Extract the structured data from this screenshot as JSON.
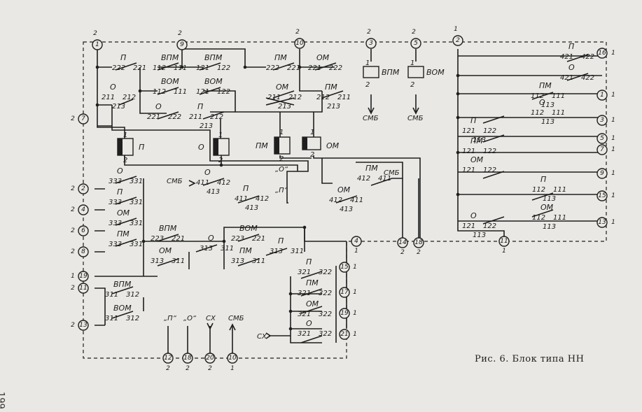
{
  "caption": "Рис. 6. Блок  типа НН",
  "page_number": "199",
  "top_pins": [
    {
      "num": "1",
      "above": "2"
    },
    {
      "num": "9",
      "above": "2"
    },
    {
      "num": "10",
      "above": "2"
    },
    {
      "num": "3",
      "above": "2"
    },
    {
      "num": "5",
      "above": "2"
    },
    {
      "num": "2",
      "above": "1"
    }
  ],
  "left_pins": [
    {
      "num": "7",
      "side": "2"
    },
    {
      "num": "2",
      "side": "2"
    },
    {
      "num": "4",
      "side": "2"
    },
    {
      "num": "6",
      "side": "2"
    },
    {
      "num": "8",
      "side": "2"
    },
    {
      "num": "19",
      "side": "1"
    },
    {
      "num": "11",
      "side": "2"
    },
    {
      "num": "13",
      "side": "2"
    }
  ],
  "right_pins": [
    {
      "num": "16",
      "side": "1"
    },
    {
      "num": "1",
      "side": "1"
    },
    {
      "num": "3",
      "side": "1"
    },
    {
      "num": "5",
      "side": "1"
    },
    {
      "num": "7",
      "side": "1"
    },
    {
      "num": "9",
      "side": "1"
    },
    {
      "num": "15",
      "side": "1"
    },
    {
      "num": "13",
      "side": "1"
    }
  ],
  "mid_pins": [
    {
      "num": "4",
      "side": "1"
    },
    {
      "num": "14",
      "side": "2"
    },
    {
      "num": "18",
      "side": "2"
    },
    {
      "num": "11",
      "side": "1"
    }
  ],
  "inner_pins": [
    {
      "num": "15",
      "side": "1"
    },
    {
      "num": "17",
      "side": "1"
    },
    {
      "num": "19",
      "side": "1"
    },
    {
      "num": "21",
      "side": "1"
    }
  ],
  "bottom_pins": [
    {
      "num": "12",
      "below": "2",
      "label": "„П“"
    },
    {
      "num": "18",
      "below": "2",
      "label": "„О“"
    },
    {
      "num": "20",
      "below": "2",
      "label": "СХ"
    },
    {
      "num": "10",
      "below": "1",
      "label": "СМБ"
    }
  ],
  "relays": [
    {
      "name": "П",
      "t1": "1",
      "t2": "2"
    },
    {
      "name": "О",
      "t1": "1",
      "t2": "2"
    },
    {
      "name": "ПМ",
      "t1": "1",
      "t2": "2"
    },
    {
      "name": "ОМ",
      "t1": "1",
      "t2": "2"
    },
    {
      "name": "ВПМ",
      "t1": "1",
      "t2": "2"
    },
    {
      "name": "ВОМ",
      "t1": "1",
      "t2": "2"
    }
  ],
  "out_labels": {
    "smb": "СМБ",
    "o_q": "„О“",
    "p_q": "„П“",
    "sx": "СХ"
  },
  "contacts": [
    {
      "name": "П",
      "a": "222",
      "b": "221"
    },
    {
      "name": "ВПМ",
      "a": "112",
      "b": "111"
    },
    {
      "name": "ВПМ",
      "a": "121",
      "b": "122"
    },
    {
      "name": "ПМ",
      "a": "222",
      "b": "221"
    },
    {
      "name": "ОМ",
      "a": "221",
      "b": "222"
    },
    {
      "name": "ВОМ",
      "a": "112",
      "b": "111"
    },
    {
      "name": "ВОМ",
      "a": "121",
      "b": "122"
    },
    {
      "name": "О",
      "a": "211",
      "b": "212",
      "c": "213"
    },
    {
      "name": "ОМ",
      "a": "211",
      "b": "212",
      "c": "213"
    },
    {
      "name": "ПМ",
      "a": "212",
      "b": "211",
      "c": "213"
    },
    {
      "name": "О",
      "a": "221",
      "b": "222"
    },
    {
      "name": "П",
      "a": "211",
      "b": "212",
      "c": "213"
    },
    {
      "name": "П",
      "a": "421",
      "b": "422"
    },
    {
      "name": "О",
      "a": "421",
      "b": "422"
    },
    {
      "name": "ПМ",
      "a": "112",
      "b": "111",
      "c": "113"
    },
    {
      "name": "О",
      "a": "112",
      "b": "111",
      "c": "113"
    },
    {
      "name": "П",
      "a": "121",
      "b": "122",
      "c": "113"
    },
    {
      "name": "ПМ",
      "a": "121",
      "b": "122"
    },
    {
      "name": "ОМ",
      "a": "121",
      "b": "122"
    },
    {
      "name": "П",
      "a": "112",
      "b": "111",
      "c": "113"
    },
    {
      "name": "ОМ",
      "a": "112",
      "b": "111",
      "c": "113"
    },
    {
      "name": "О",
      "a": "121",
      "b": "122",
      "c": "113"
    },
    {
      "name": "О",
      "a": "333",
      "b": "331"
    },
    {
      "name": "П",
      "a": "333",
      "b": "331"
    },
    {
      "name": "ОМ",
      "a": "333",
      "b": "331"
    },
    {
      "name": "ПМ",
      "a": "333",
      "b": "331"
    },
    {
      "name": "ВПМ",
      "a": "223",
      "b": "221"
    },
    {
      "name": "ОМ",
      "a": "313",
      "b": "311"
    },
    {
      "name": "О",
      "a": "313",
      "b": "311"
    },
    {
      "name": "ВОМ",
      "a": "223",
      "b": "221"
    },
    {
      "name": "ПМ",
      "a": "313",
      "b": "311"
    },
    {
      "name": "П",
      "a": "313",
      "b": "311"
    },
    {
      "name": "ВПМ",
      "a": "311",
      "b": "312"
    },
    {
      "name": "ВОМ",
      "a": "311",
      "b": "312"
    },
    {
      "name": "О",
      "a": "411",
      "b": "412",
      "c": "413"
    },
    {
      "name": "П",
      "a": "411",
      "b": "412",
      "c": "413"
    },
    {
      "name": "ОМ",
      "a": "412",
      "b": "411",
      "c": "413"
    },
    {
      "name": "ПМ",
      "a": "412",
      "b": "411"
    },
    {
      "name": "П",
      "a": "321",
      "b": "322"
    },
    {
      "name": "ПМ",
      "a": "321",
      "b": "322"
    },
    {
      "name": "ОМ",
      "a": "321",
      "b": "322"
    },
    {
      "name": "О",
      "a": "321",
      "b": "322"
    }
  ]
}
